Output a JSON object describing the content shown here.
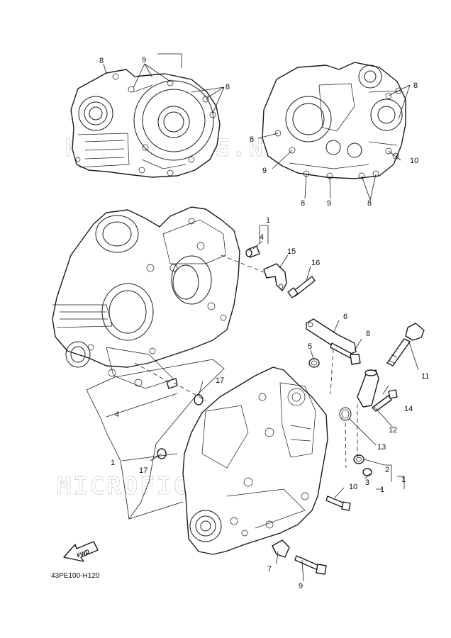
{
  "diagram_code": "43PE100-H120",
  "fwd_label": "FWD",
  "watermark": "MICROFICHE.NET",
  "callouts": {
    "top_left": [
      "8",
      "9",
      "8"
    ],
    "top_right": [
      "8",
      "8",
      "9",
      "8",
      "9",
      "8",
      "10"
    ],
    "main": [
      "1",
      "4",
      "15",
      "16",
      "6",
      "8",
      "5",
      "11",
      "17",
      "14",
      "12",
      "13",
      "4",
      "1",
      "17",
      "2",
      "1",
      "10",
      "3",
      "1",
      "7",
      "9"
    ]
  }
}
